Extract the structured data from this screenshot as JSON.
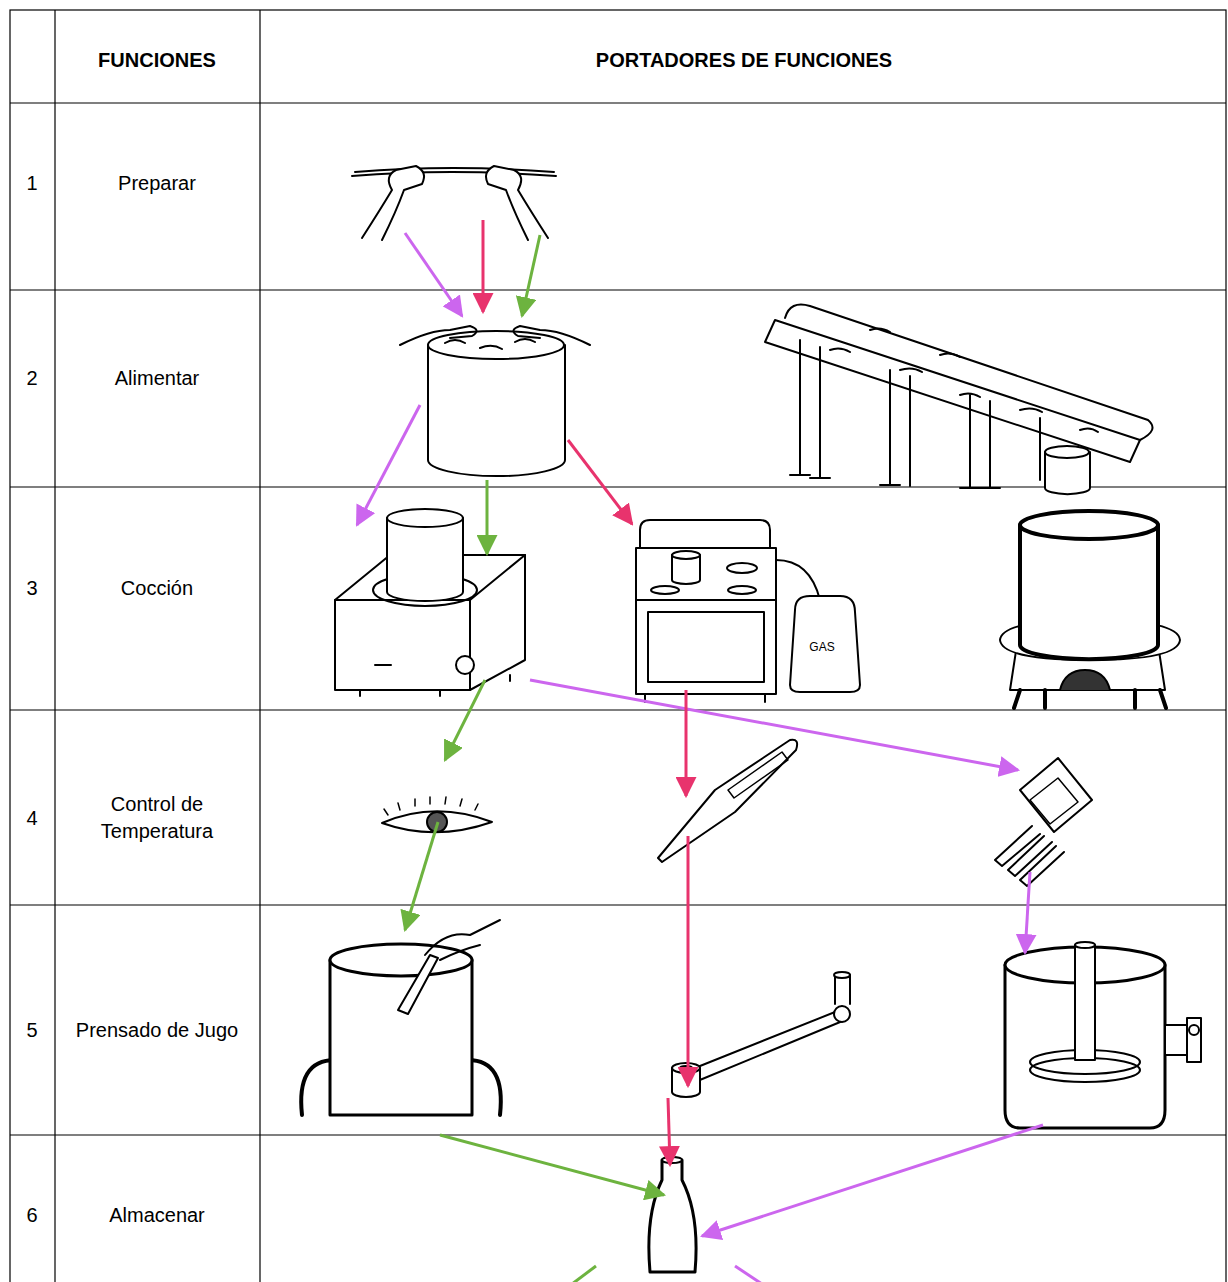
{
  "diagram": {
    "labels": [
      "FUNCIONES",
      "PORTADORES DE FUNCIONES",
      "1",
      "Preparar",
      "2",
      "Alimentar",
      "3",
      "Cocción",
      "4",
      "Control de Temperatura",
      "5",
      "Prensado de Jugo",
      "6",
      "Almacenar",
      "GAS"
    ]
  }
}
